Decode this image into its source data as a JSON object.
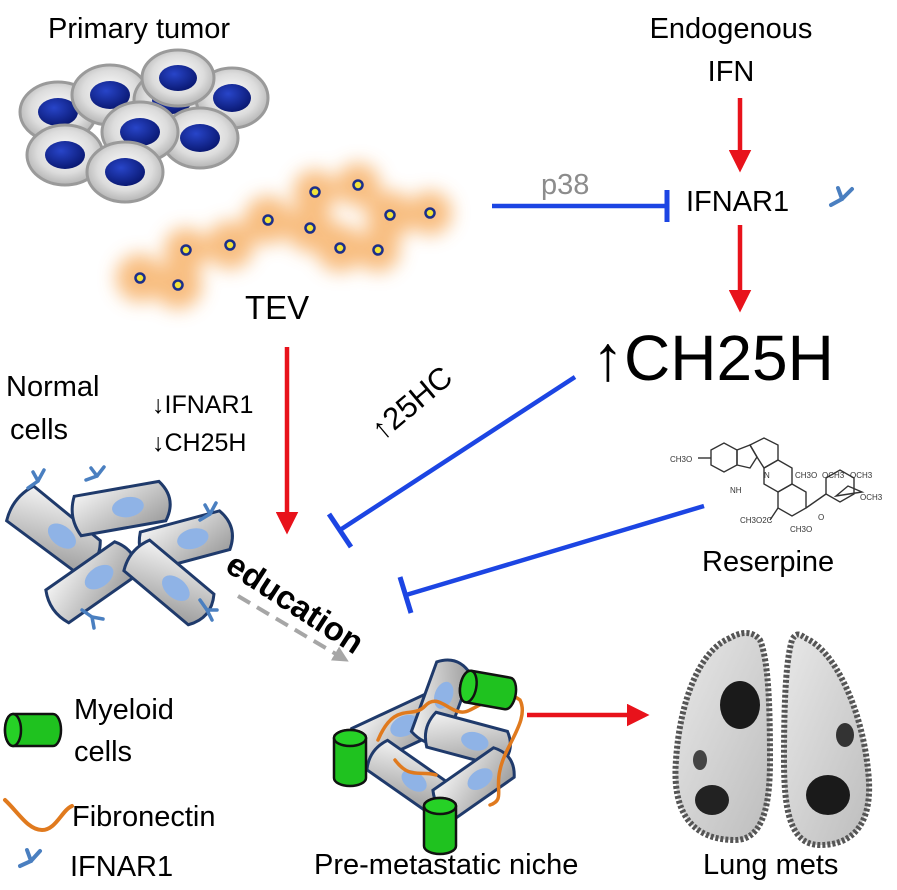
{
  "labels": {
    "primary_tumor": "Primary tumor",
    "endogenous": "Endogenous",
    "ifn": "IFN",
    "p38": "p38",
    "ifnar1_top": "IFNAR1",
    "tev": "TEV",
    "ch25h_big": "↑CH25H",
    "normal": "Normal",
    "cells": "cells",
    "down_ifnar1": "↓IFNAR1",
    "down_ch25h": "↓CH25H",
    "up_25hc": "↑25HC",
    "education": "education",
    "reserpine": "Reserpine",
    "pre_metastatic_niche": "Pre-metastatic niche",
    "lung_mets": "Lung mets"
  },
  "legend": {
    "myeloid_line1": "Myeloid",
    "myeloid_line2": "cells",
    "fibronectin": "Fibronectin",
    "ifnar1": "IFNAR1"
  },
  "molecule_atoms": [
    "CH3O",
    "N",
    "NH",
    "CH3O",
    "OCH3",
    "OCH3",
    "CH3O2C",
    "CH3O",
    "O",
    "OCH3"
  ],
  "colors": {
    "activation_arrow": "#e8121b",
    "inhibition": "#1c45e3",
    "p38_text": "#8c8c8c",
    "myeloid_green": "#1fc21f",
    "fibronectin": "#e07a1e",
    "receptor": "#4a7fc0",
    "tumor_nucleus": "#0d1f8f",
    "tev_glow": "#f7b26b",
    "dashed_arrow": "#a6a6a6"
  }
}
